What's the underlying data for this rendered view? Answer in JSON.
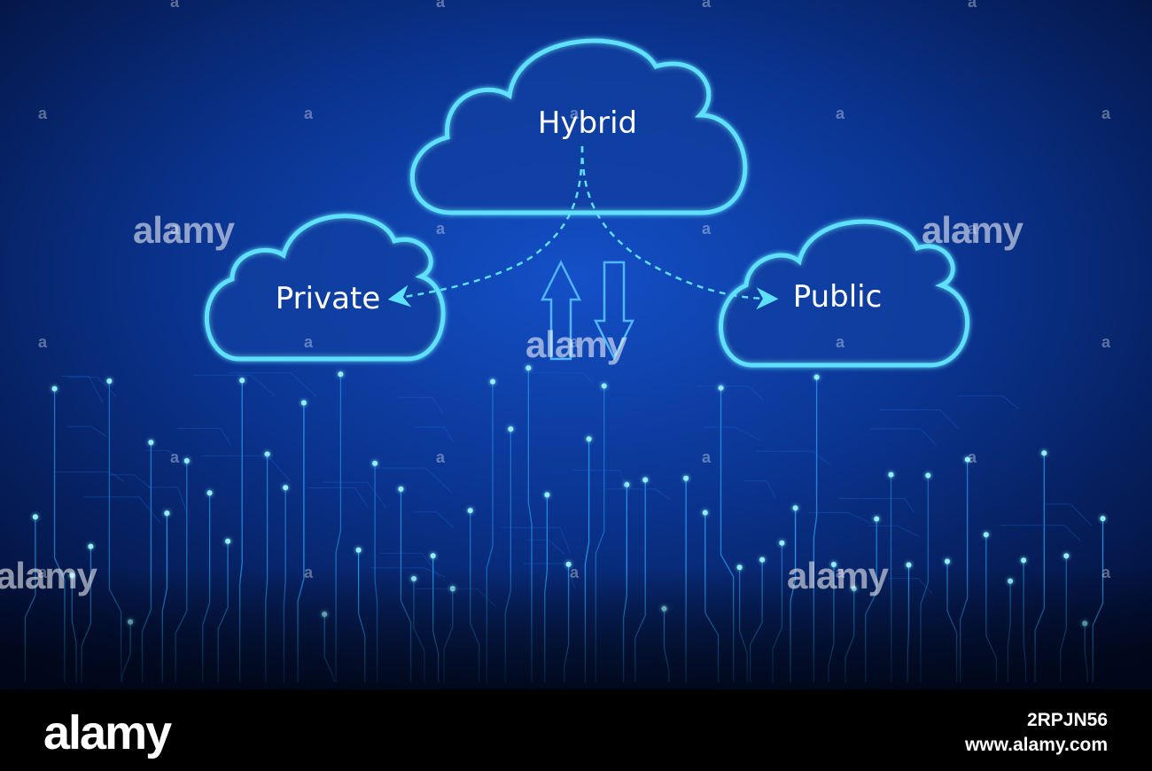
{
  "diagram": {
    "nodes": {
      "hybrid": {
        "label": "Hybrid"
      },
      "private": {
        "label": "Private"
      },
      "public": {
        "label": "Public"
      }
    },
    "edges": [
      {
        "from": "hybrid",
        "to": "private",
        "style": "dashed-arrow"
      },
      {
        "from": "hybrid",
        "to": "public",
        "style": "dashed-arrow"
      }
    ],
    "center_arrows": [
      "up-arrow",
      "down-arrow"
    ]
  },
  "watermark": {
    "text": "alamy"
  },
  "footer": {
    "logo": "alamy",
    "image_id": "2RPJN56",
    "site": "www.alamy.com"
  },
  "colors": {
    "background_top": "#0a3a9a",
    "background_bottom": "#000a20",
    "cloud_stroke": "#5ee0ff",
    "cloud_fill": "#0b3f9e",
    "circuit": "#2aa8ff",
    "footer_bg": "#000000"
  }
}
